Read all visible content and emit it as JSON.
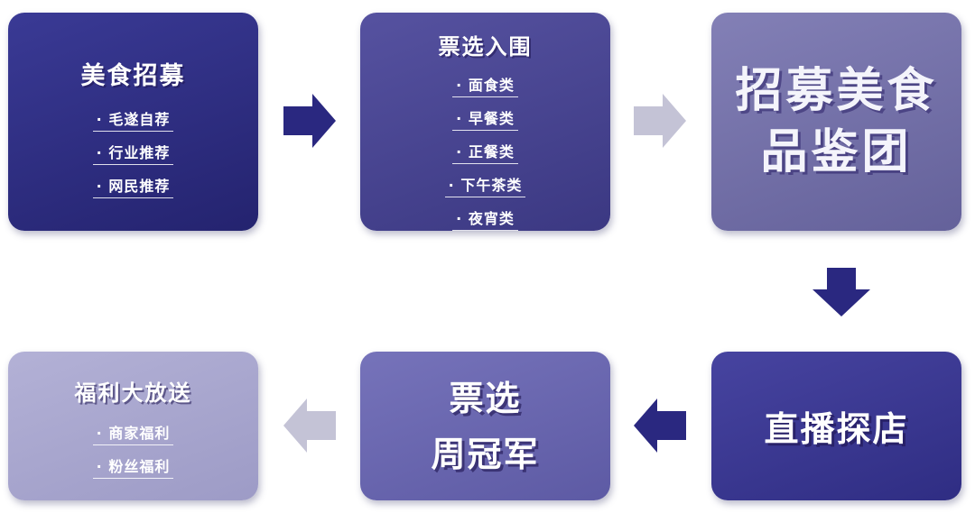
{
  "boxes": {
    "recruit": {
      "title": "美食招募",
      "items": [
        "· 毛遂自荐",
        "· 行业推荐",
        "· 网民推荐"
      ],
      "color": "#2f2e82"
    },
    "vote_select": {
      "title": "票选入围",
      "items": [
        "· 面食类",
        "· 早餐类",
        "· 正餐类",
        "· 下午茶类",
        "· 夜宵类"
      ],
      "color": "#4a4690"
    },
    "tasting_group": {
      "line1": "招募美食",
      "line2": "品鉴团",
      "color": "#7673a8"
    },
    "livestream": {
      "title": "直播探店",
      "color": "#3c3992"
    },
    "weekly_champion": {
      "line1": "票选",
      "line2": "周冠军",
      "color": "#6a67b0"
    },
    "welfare": {
      "title": "福利大放送",
      "items": [
        "· 商家福利",
        "· 粉丝福利"
      ],
      "color": "#a8a6cc"
    }
  },
  "arrows": {
    "dark": "#2a2880",
    "light": "#c4c3d6"
  }
}
